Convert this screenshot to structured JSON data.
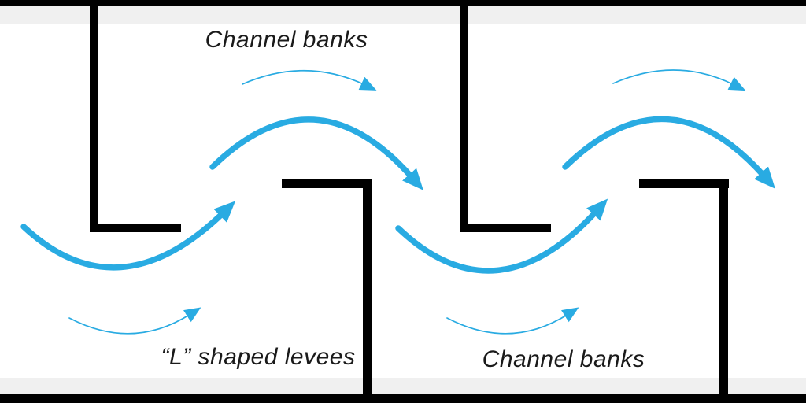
{
  "diagram": {
    "colors": {
      "background": "#ffffff",
      "bank_black": "#000000",
      "bank_shoulder_gray": "#f0f0f0",
      "flow_blue": "#29abe2",
      "label_text": "#1a1a1a"
    },
    "labels": {
      "channel_banks_top": "Channel banks",
      "l_shaped_levees": "“L” shaped levees",
      "channel_banks_bottom": "Channel banks"
    }
  }
}
